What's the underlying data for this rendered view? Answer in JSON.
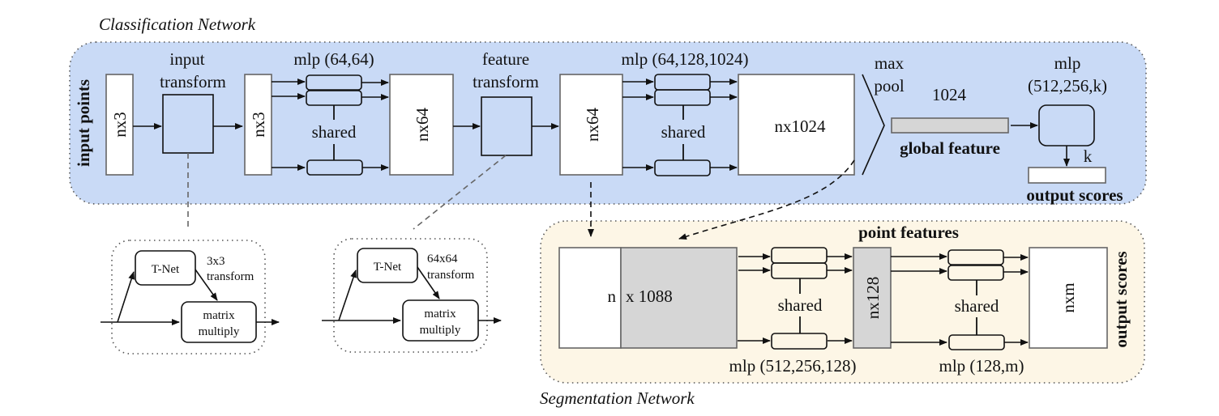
{
  "diagram": {
    "classification": {
      "title": "Classification Network",
      "input_label": "input points",
      "input_dim": "nx3",
      "input_transform": [
        "input",
        "transform"
      ],
      "transformed_dim": "nx3",
      "mlp1": "mlp (64,64)",
      "shared": "shared",
      "feat1_dim": "nx64",
      "feature_transform": [
        "feature",
        "transform"
      ],
      "feat2_dim": "nx64",
      "mlp2": "mlp (64,128,1024)",
      "feat3_dim": "nx1024",
      "maxpool": [
        "max",
        "pool"
      ],
      "global_dim": "1024",
      "global_label": "global feature",
      "mlp3": [
        "mlp",
        "(512,256,k)"
      ],
      "k_label": "k",
      "output_label": "output scores",
      "bg_color": "#c9daf6"
    },
    "tnet_input": {
      "tnet": "T-Net",
      "transform": [
        "3x3",
        "transform"
      ],
      "matmul": [
        "matrix",
        "multiply"
      ]
    },
    "tnet_feature": {
      "tnet": "T-Net",
      "transform": [
        "64x64",
        "transform"
      ],
      "matmul": [
        "matrix",
        "multiply"
      ]
    },
    "segmentation": {
      "title": "Segmentation Network",
      "concat_n": "n",
      "concat_dim": "x 1088",
      "point_features": "point features",
      "mlp1": "mlp (512,256,128)",
      "shared": "shared",
      "feat_dim": "nx128",
      "mlp2": "mlp (128,m)",
      "out_dim": "nxm",
      "output_label": "output scores",
      "bg_color": "#fdf6e6"
    }
  }
}
